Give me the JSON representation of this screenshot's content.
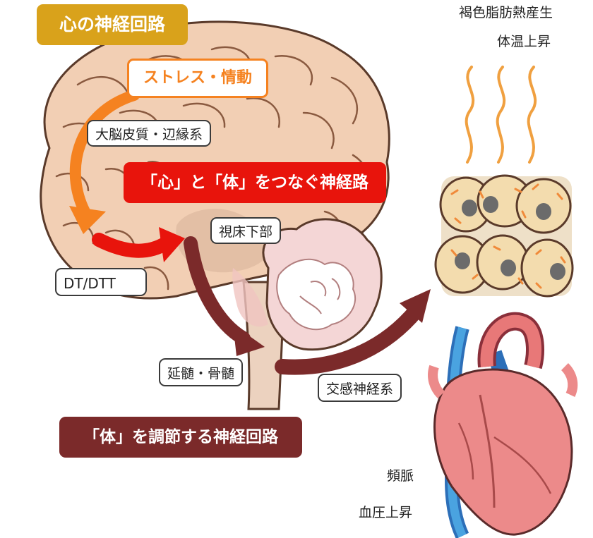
{
  "title": "心の神経回路",
  "stress_box": "ストレス・情動",
  "cortex_label": "大脳皮質・辺縁系",
  "connect_banner": "「心」と「体」をつなぐ神経路",
  "hypothalamus_label": "視床下部",
  "dt_label": "DT/DTT",
  "medulla_label": "延髄・骨髄",
  "sympathetic_label": "交感神経系",
  "regulate_banner": "「体」を調節する神経回路",
  "bat_heat": "褐色脂肪熱産生",
  "body_temp": "体温上昇",
  "tachycardia": "頻脈",
  "blood_pressure": "血圧上昇",
  "colors": {
    "gold": "#d9a21b",
    "orange": "#f58220",
    "red": "#e8140c",
    "maroon": "#7b2a2a",
    "brain": "#f2cfb4",
    "heart": "#e87878"
  }
}
